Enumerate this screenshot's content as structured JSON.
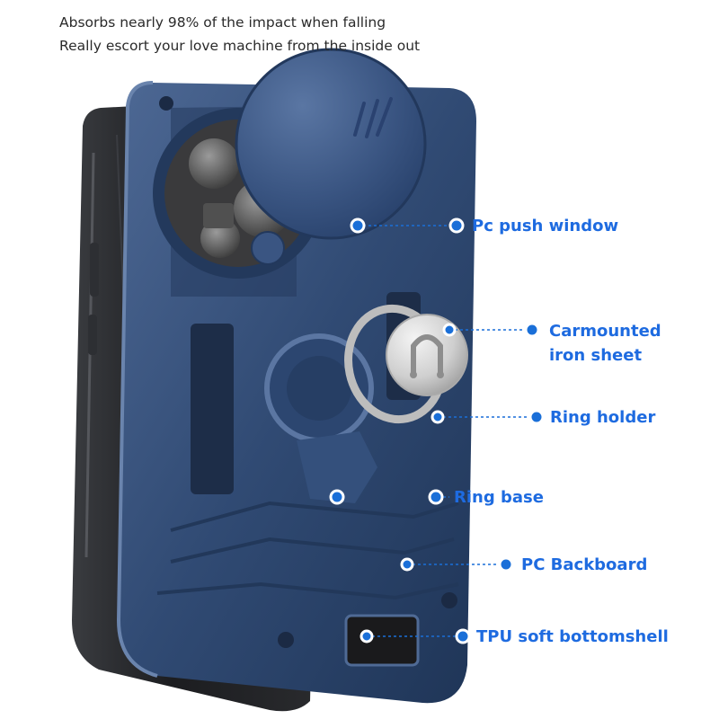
{
  "intro": {
    "line1": "Absorbs nearly 98% of the impact when falling",
    "line2": "Really escort your love machine from the inside out"
  },
  "colors": {
    "label": "#1e6be0",
    "dot": "#1a6fd8",
    "case_blue": "#2f4870",
    "case_blue_light": "#4a6592",
    "tpu_dark": "#1c1d20",
    "metal": "#c9c9c9"
  },
  "callouts": [
    {
      "id": "pc-push-window",
      "text": "Pc push window"
    },
    {
      "id": "carmounted-iron-sheet",
      "text": "Carmounted\niron sheet"
    },
    {
      "id": "ring-holder",
      "text": "Ring holder"
    },
    {
      "id": "ring-base",
      "text": "Ring base"
    },
    {
      "id": "pc-backboard",
      "text": "PC Backboard"
    },
    {
      "id": "tpu-soft-bottomshell",
      "text": "TPU soft bottomshell"
    }
  ]
}
